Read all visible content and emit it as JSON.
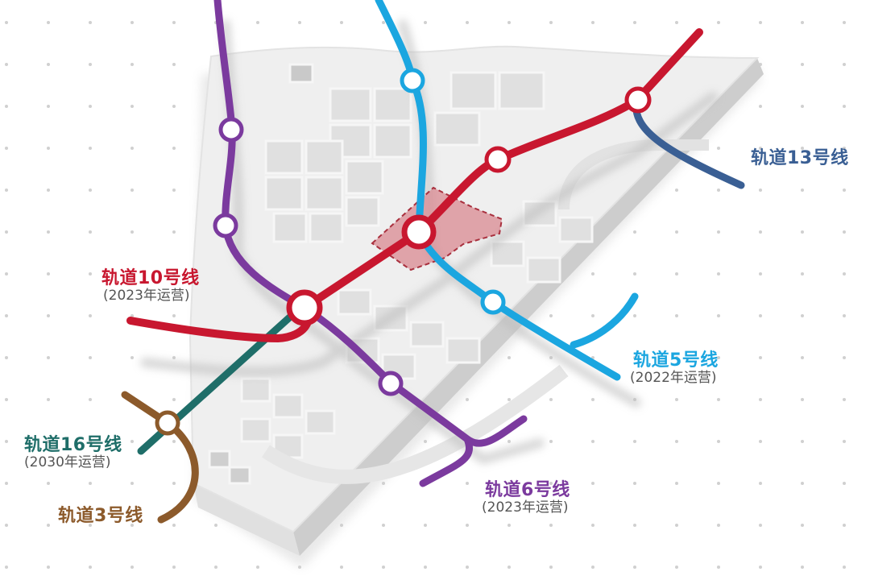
{
  "colors": {
    "background": "#ffffff",
    "grid_dot": "#d4d4d4",
    "platform_top": "#ececec",
    "platform_side": "#d2d2d2",
    "platform_front": "#e2e2e2",
    "block": "#dcdcdc",
    "highlight_fill": "#d98a92",
    "highlight_stroke": "#a9303e",
    "station_fill": "#ffffff"
  },
  "lines": [
    {
      "id": "line10",
      "name": "轨道10号线",
      "note": "(2023年运营)",
      "color": "#c8172f"
    },
    {
      "id": "line5",
      "name": "轨道5号线",
      "note": "(2022年运营)",
      "color": "#1ba6e0"
    },
    {
      "id": "line6",
      "name": "轨道6号线",
      "note": "(2023年运营)",
      "color": "#7b3a9e"
    },
    {
      "id": "line13",
      "name": "轨道13号线",
      "note": "",
      "color": "#3a5f94"
    },
    {
      "id": "line16",
      "name": "轨道16号线",
      "note": "(2030年运营)",
      "color": "#1f6e69"
    },
    {
      "id": "line3",
      "name": "轨道3号线",
      "note": "",
      "color": "#8c5a2b"
    }
  ],
  "labels": {
    "line10": {
      "name": "轨道10号线",
      "note": "(2023年运营)"
    },
    "line5": {
      "name": "轨道5号线",
      "note": "(2022年运营)"
    },
    "line6": {
      "name": "轨道6号线",
      "note": "(2023年运营)"
    },
    "line13": {
      "name": "轨道13号线"
    },
    "line16": {
      "name": "轨道16号线",
      "note": "(2030年运营)"
    },
    "line3": {
      "name": "轨道3号线"
    }
  }
}
